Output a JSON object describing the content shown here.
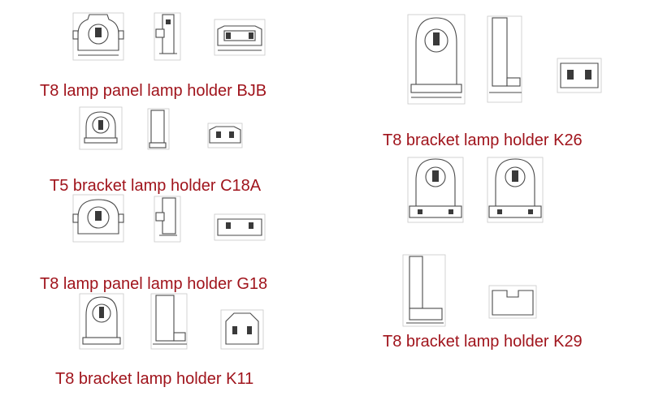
{
  "accent_color": "#a0141c",
  "products": [
    {
      "name": "T8 lamp panel lamp holder BJB"
    },
    {
      "name": "T5 bracket lamp holder C18A"
    },
    {
      "name": "T8 lamp panel lamp holder G18"
    },
    {
      "name": "T8 bracket lamp holder K11"
    },
    {
      "name": "T8 bracket lamp holder K26"
    },
    {
      "name": "T8 bracket lamp holder K29"
    }
  ]
}
